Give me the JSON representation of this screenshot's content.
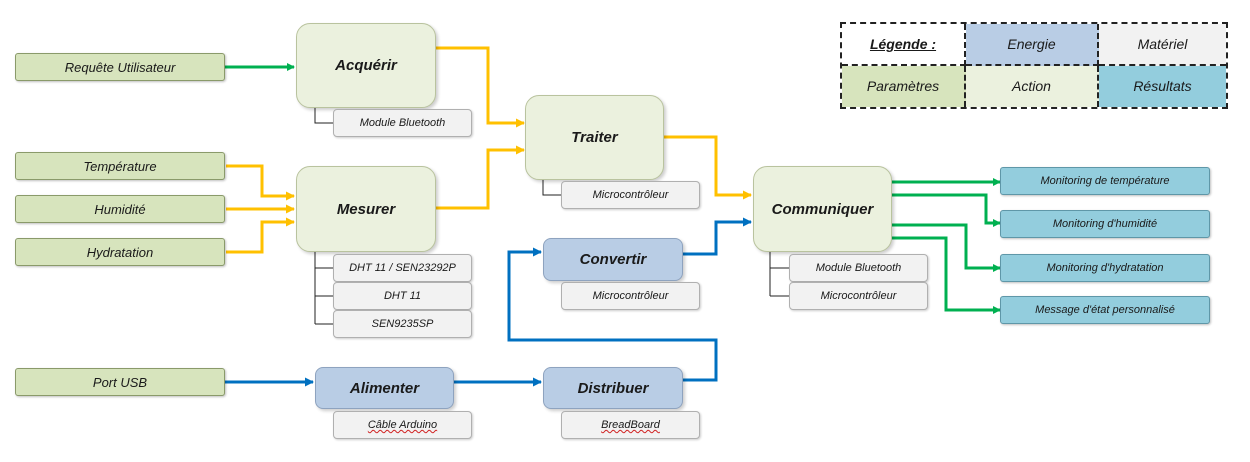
{
  "colors": {
    "flux_info": "#00b050",
    "flux_matiere": "#ffc000",
    "flux_energie": "#0070c0"
  },
  "legend": {
    "title": "Légende :",
    "energie": "Energie",
    "materiel": "Matériel",
    "parametres": "Paramètres",
    "action": "Action",
    "resultats": "Résultats"
  },
  "inputs": {
    "requete": "Requête Utilisateur",
    "temperature": "Température",
    "humidite": "Humidité",
    "hydratation": "Hydratation",
    "port_usb": "Port USB"
  },
  "actions": {
    "acquerir": "Acquérir",
    "mesurer": "Mesurer",
    "traiter": "Traiter",
    "communiquer": "Communiquer",
    "convertir": "Convertir",
    "alimenter": "Alimenter",
    "distribuer": "Distribuer"
  },
  "materiel": {
    "acquerir": "Module Bluetooth",
    "mesurer_1": "DHT 11 / SEN23292P",
    "mesurer_2": "DHT 11",
    "mesurer_3": "SEN9235SP",
    "traiter": "Microcontrôleur",
    "convertir": "Microcontrôleur",
    "communiquer_1": "Module Bluetooth",
    "communiquer_2": "Microcontrôleur",
    "alimenter": "Câble Arduino",
    "distribuer": "BreadBoard"
  },
  "outputs": {
    "temperature": "Monitoring de température",
    "humidite": "Monitoring d'humidité",
    "hydratation": "Monitoring d'hydratation",
    "message": "Message d'état personnalisé"
  }
}
